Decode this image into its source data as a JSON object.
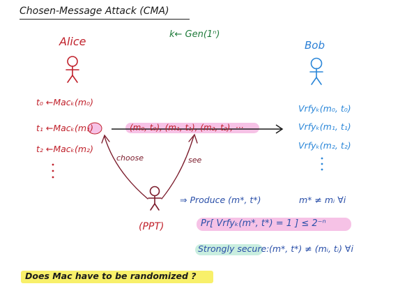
{
  "title": "Chosen-Message Attack (CMA)",
  "keygen": "k← Gen(1ⁿ)",
  "alice": {
    "label": "Alice"
  },
  "bob": {
    "label": "Bob"
  },
  "mac_lines": [
    "t₀ ←Macₖ(m₀)",
    "t₁ ←Macₖ(m₁)",
    "t₂ ←Macₖ(m₂)"
  ],
  "vrfy_lines": [
    "Vrfyₖ(m₀, t₀)",
    "Vrfyₖ(m₁, t₁)",
    "Vrfyₖ(m₂, t₂)"
  ],
  "pairs": "(m₀, t₀), (m₁, t₁), (m₂, t₂), ···",
  "labels": {
    "choose": "choose",
    "see": "see",
    "ppt": "(PPT)"
  },
  "produce": "⇒ Produce (m*, t*)",
  "neq": "m* ≠ mᵢ ∀i",
  "probability": "Pr[ Vrfyₖ(m*, t*) = 1 ] ≤ 2⁻ⁿ",
  "strongly": {
    "label": "Strongly secure:",
    "rhs": "(m*, t*) ≠ (mᵢ, tᵢ) ∀i"
  },
  "question": "Does Mac have to be randomized ?",
  "colors": {
    "alice": "#c0212b",
    "bob": "#2a86d8",
    "keygen": "#1e7a3a",
    "highlight_pink": "#f6c2e6",
    "highlight_green": "#c9eedf",
    "highlight_yellow": "#f8f06a"
  }
}
